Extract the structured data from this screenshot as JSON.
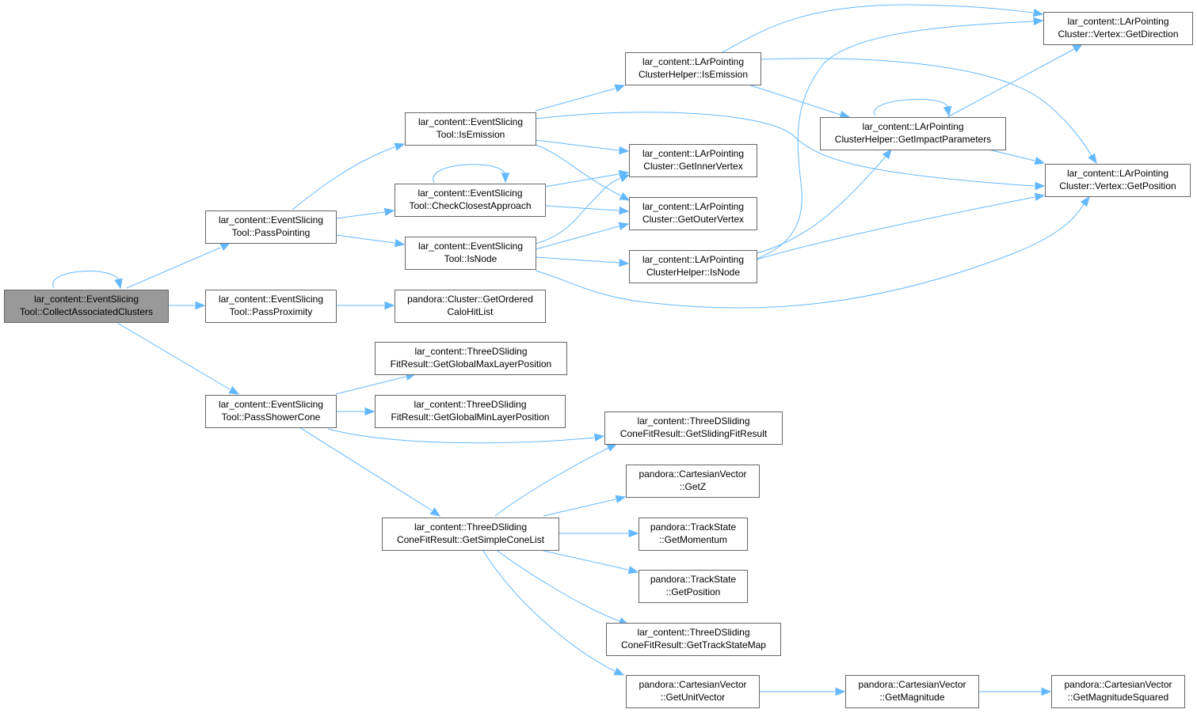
{
  "diagram": {
    "title": "",
    "colors": {
      "edge": "#63b8ff",
      "node_border": "#666666",
      "root_fill": "#999999",
      "node_fill": "#ffffff"
    },
    "nodes": {
      "root": [
        "lar_content::EventSlicing",
        "Tool::CollectAssociatedClusters"
      ],
      "passPointing": [
        "lar_content::EventSlicing",
        "Tool::PassPointing"
      ],
      "passProximity": [
        "lar_content::EventSlicing",
        "Tool::PassProximity"
      ],
      "passShowerCone": [
        "lar_content::EventSlicing",
        "Tool::PassShowerCone"
      ],
      "esIsEmission": [
        "lar_content::EventSlicing",
        "Tool::IsEmission"
      ],
      "checkClosest": [
        "lar_content::EventSlicing",
        "Tool::CheckClosestApproach"
      ],
      "esIsNode": [
        "lar_content::EventSlicing",
        "Tool::IsNode"
      ],
      "getOrderedCalo": [
        "pandora::Cluster::GetOrdered",
        "CaloHitList"
      ],
      "maxLayer": [
        "lar_content::ThreeDSliding",
        "FitResult::GetGlobalMaxLayerPosition"
      ],
      "minLayer": [
        "lar_content::ThreeDSliding",
        "FitResult::GetGlobalMinLayerPosition"
      ],
      "simpleCone": [
        "lar_content::ThreeDSliding",
        "ConeFitResult::GetSimpleConeList"
      ],
      "helperIsEmission": [
        "lar_content::LArPointing",
        "ClusterHelper::IsEmission"
      ],
      "innerVertex": [
        "lar_content::LArPointing",
        "Cluster::GetInnerVertex"
      ],
      "outerVertex": [
        "lar_content::LArPointing",
        "Cluster::GetOuterVertex"
      ],
      "helperIsNode": [
        "lar_content::LArPointing",
        "ClusterHelper::IsNode"
      ],
      "slidingFit": [
        "lar_content::ThreeDSliding",
        "ConeFitResult::GetSlidingFitResult"
      ],
      "getZ": [
        "pandora::CartesianVector",
        "::GetZ"
      ],
      "momentum": [
        "pandora::TrackState",
        "::GetMomentum"
      ],
      "tsPosition": [
        "pandora::TrackState",
        "::GetPosition"
      ],
      "trackStateMap": [
        "lar_content::ThreeDSliding",
        "ConeFitResult::GetTrackStateMap"
      ],
      "unitVector": [
        "pandora::CartesianVector",
        "::GetUnitVector"
      ],
      "impactParams": [
        "lar_content::LArPointing",
        "ClusterHelper::GetImpactParameters"
      ],
      "magnitude": [
        "pandora::CartesianVector",
        "::GetMagnitude"
      ],
      "direction": [
        "lar_content::LArPointing",
        "Cluster::Vertex::GetDirection"
      ],
      "vertexPosition": [
        "lar_content::LArPointing",
        "Cluster::Vertex::GetPosition"
      ],
      "magnitudeSquared": [
        "pandora::CartesianVector",
        "::GetMagnitudeSquared"
      ]
    },
    "edges": [
      [
        "root",
        "root"
      ],
      [
        "root",
        "passPointing"
      ],
      [
        "root",
        "passProximity"
      ],
      [
        "root",
        "passShowerCone"
      ],
      [
        "passPointing",
        "esIsEmission"
      ],
      [
        "passPointing",
        "checkClosest"
      ],
      [
        "passPointing",
        "esIsNode"
      ],
      [
        "passProximity",
        "getOrderedCalo"
      ],
      [
        "passShowerCone",
        "maxLayer"
      ],
      [
        "passShowerCone",
        "minLayer"
      ],
      [
        "passShowerCone",
        "slidingFit"
      ],
      [
        "passShowerCone",
        "simpleCone"
      ],
      [
        "esIsEmission",
        "helperIsEmission"
      ],
      [
        "esIsEmission",
        "innerVertex"
      ],
      [
        "esIsEmission",
        "outerVertex"
      ],
      [
        "esIsEmission",
        "vertexPosition"
      ],
      [
        "checkClosest",
        "checkClosest"
      ],
      [
        "checkClosest",
        "innerVertex"
      ],
      [
        "checkClosest",
        "outerVertex"
      ],
      [
        "esIsNode",
        "innerVertex"
      ],
      [
        "esIsNode",
        "outerVertex"
      ],
      [
        "esIsNode",
        "helperIsNode"
      ],
      [
        "esIsNode",
        "vertexPosition"
      ],
      [
        "helperIsEmission",
        "direction"
      ],
      [
        "helperIsEmission",
        "impactParams"
      ],
      [
        "helperIsEmission",
        "vertexPosition"
      ],
      [
        "helperIsNode",
        "direction"
      ],
      [
        "helperIsNode",
        "impactParams"
      ],
      [
        "helperIsNode",
        "vertexPosition"
      ],
      [
        "impactParams",
        "impactParams"
      ],
      [
        "impactParams",
        "direction"
      ],
      [
        "impactParams",
        "vertexPosition"
      ],
      [
        "simpleCone",
        "slidingFit"
      ],
      [
        "simpleCone",
        "getZ"
      ],
      [
        "simpleCone",
        "momentum"
      ],
      [
        "simpleCone",
        "tsPosition"
      ],
      [
        "simpleCone",
        "trackStateMap"
      ],
      [
        "simpleCone",
        "unitVector"
      ],
      [
        "unitVector",
        "magnitude"
      ],
      [
        "magnitude",
        "magnitudeSquared"
      ]
    ]
  }
}
